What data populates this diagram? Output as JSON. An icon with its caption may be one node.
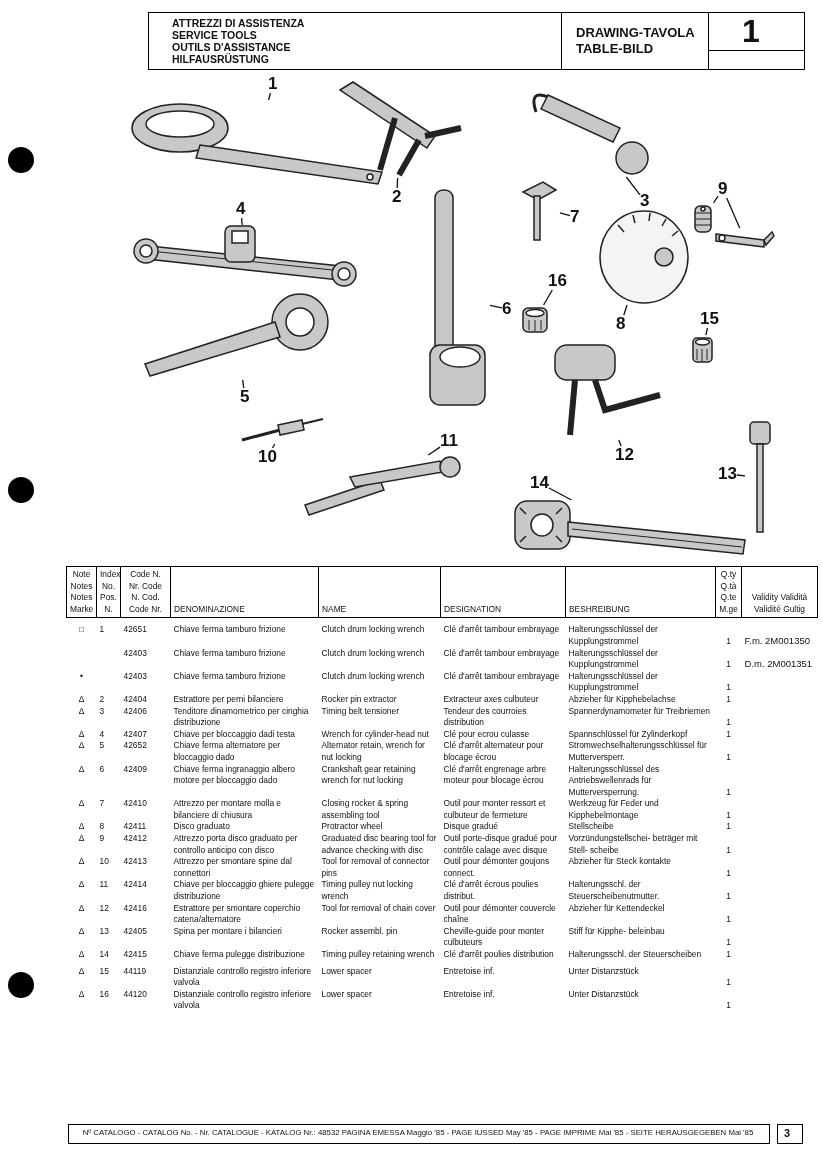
{
  "diagram": {
    "nodes": [
      {
        "text": [
          "1"
        ]
      },
      {
        "text": [],
        "shape": "picture"
      },
      {
        "text": [
          "2"
        ]
      },
      {
        "text": [],
        "shape": "picture"
      },
      {
        "text": [
          "3"
        ]
      },
      {
        "text": [],
        "shape": "picture"
      },
      {
        "text": [
          "4"
        ]
      },
      {
        "text": [],
        "shape": "picture"
      },
      {
        "text": [
          "5"
        ]
      },
      {
        "text": [],
        "shape": "picture"
      },
      {
        "text": [
          "6"
        ]
      },
      {
        "text": [],
        "shape": "picture"
      },
      {
        "text": [
          "7"
        ]
      },
      {
        "text": [],
        "shape": "picture"
      },
      {
        "text": [
          "8"
        ]
      },
      {
        "text": [],
        "shape": "picture"
      },
      {
        "text": [
          "9"
        ]
      },
      {
        "text": [],
        "shape": "picture"
      },
      {
        "text": [],
        "shape": "picture"
      },
      {
        "text": [
          "10"
        ]
      },
      {
        "text": [],
        "shape": "picture"
      },
      {
        "text": [
          "11"
        ]
      },
      {
        "text": [],
        "shape": "picture"
      },
      {
        "text": [
          "12"
        ]
      },
      {
        "text": [],
        "shape": "picture"
      },
      {
        "text": [
          "13"
        ]
      },
      {
        "text": [],
        "shape": "picture"
      },
      {
        "text": [
          "14"
        ]
      },
      {
        "text": [],
        "shape": "picture"
      },
      {
        "text": [
          "15"
        ]
      },
      {
        "text": [],
        "shape": "picture"
      },
      {
        "text": [
          "16"
        ]
      },
      {
        "text": [],
        "shape": "picture"
      }
    ],
    "edges": [
      {
        "from": 0,
        "to": 1,
        "arrow": "none"
      },
      {
        "from": 2,
        "to": 3,
        "arrow": "none"
      },
      {
        "from": 4,
        "to": 5,
        "arrow": "none"
      },
      {
        "from": 6,
        "to": 7,
        "arrow": "none"
      },
      {
        "from": 8,
        "to": 9,
        "arrow": "none"
      },
      {
        "from": 10,
        "to": 11,
        "arrow": "none"
      },
      {
        "from": 12,
        "to": 13,
        "arrow": "none"
      },
      {
        "from": 14,
        "to": 15,
        "arrow": "none"
      },
      {
        "from": 16,
        "to": 17,
        "arrow": "none"
      },
      {
        "from": 16,
        "to": 18,
        "arrow": "none"
      },
      {
        "from": 19,
        "to": 20,
        "arrow": "none"
      },
      {
        "from": 21,
        "to": 22,
        "arrow": "none"
      },
      {
        "from": 23,
        "to": 24,
        "arrow": "none"
      },
      {
        "from": 25,
        "to": 26,
        "arrow": "none"
      },
      {
        "from": 27,
        "to": 28,
        "arrow": "none"
      },
      {
        "from": 29,
        "to": 30,
        "arrow": "none"
      },
      {
        "from": 31,
        "to": 32,
        "arrow": "none"
      }
    ],
    "labels": [
      "ATTREZZI DI ASSISTENZA",
      "SERVICE TOOLS",
      "OUTILS D'ASSISTANCE",
      "HILFAUSRÜSTUNG",
      "DRAWING-TAVOLA TABLE-BILD",
      "1",
      "Note Notes Notes Marke",
      "Index No. Pos. N.",
      "Code N. Nr. Code N. Cod. Code Nr.",
      "DENOMINAZIONE",
      "NAME",
      "DESIGNATION",
      "BESHREIBUNG",
      "Q.ty Q.tà Q.te M.ge",
      "Validity Validità Validité Gultig",
      "□",
      "1",
      "42651",
      "Chiave ferma tamburo frizione",
      "Clutch drum locking wrench",
      "Clé d'arrêt tambour embrayage",
      "Halterungsschlüssel der Kupplungstrommel",
      "1",
      "F.m. 2M001350",
      "42403",
      "Chiave ferma tamburo frizione",
      "Clutch drum locking wrench",
      "Clé d'arrêt tambour embrayage",
      "Halterungsschlüssel der Kupplungstrommel",
      "1",
      "D.m. 2M001351",
      "•",
      "42403",
      "Chiave ferma tamburo frizione",
      "Clutch drum locking wrench",
      "Clé d'arrêt tambour embrayage",
      "Halterungsschlüssel der Kupplungstrommel",
      "1",
      "Δ",
      "2",
      "42404",
      "Estrattore per perni bilanciere",
      "Rocker pin extractor",
      "Extracteur axes culbuteur",
      "Abzieher für Kipphebelachse",
      "1",
      "Δ",
      "3",
      "42406",
      "Tenditore dinamometrico per cinghia distribuzione",
      "Timing belt tensioner",
      "Tendeur des courroies distribution",
      "Spannerdynamometer für Treibriemen",
      "1",
      "Δ",
      "4",
      "42407",
      "Chiave per bloccaggio dadi testa",
      "Wrench for cylinder-head nut",
      "Clé pour ecrou culasse",
      "Spannschlüssel für Zylinderkopf",
      "1",
      "Δ",
      "5",
      "42652",
      "Chiave ferma alternatore per bloccaggio dado",
      "Alternator retain, wrench for nut locking",
      "Clé d'arrêt alternateur pour blocage écrou",
      "Stromwechselhalterungsschlüssel für Mutterversperr.",
      "1",
      "Δ",
      "6",
      "42409",
      "Chiave ferma ingranaggio albero motore per bloccaggio dado",
      "Crankshaft gear retaining wrench for nut locking",
      "Clé d'arrêt engrenage arbre moteur pour blocage écrou",
      "Halterungsschlüssel des Antriebswellenrads für Mutterversperrung.",
      "1",
      "Δ",
      "7",
      "42410",
      "Attrezzo per montare molla e bilanciere di chiusura",
      "Closing rocker & spring assembling tool",
      "Outil pour monter ressort et culbuteur de fermeture",
      "Werkzeug für Feder und Kipphebelmontage",
      "1",
      "Δ",
      "8",
      "42411",
      "Disco graduato",
      "Protractor wheel",
      "Disque gradué",
      "Stellscheibe",
      "1",
      "Δ",
      "9",
      "42412",
      "Attrezzo porta disco graduato per controllo anticipo con disco",
      "Graduated disc bearing tool for advance checking with disc",
      "Outil porte-disque gradué pour contrôle calage avec disque",
      "Vorzündungstellschei- beträger mit Stell- scheibe",
      "1",
      "Δ",
      "10",
      "42413",
      "Attrezzo per smontare spine dal connettori",
      "Tool for removal of connector pins",
      "Outil pour démonter goujons connect.",
      "Abzieher für Steck kontakte",
      "1",
      "Δ",
      "11",
      "42414",
      "Chiave per bloccaggio ghiere pulegge distribuzione",
      "Timing pulley nut locking wrench",
      "Clé d'arrêt écrous poulies distribut.",
      "Halterungsschl. der Steuerscheibenutmutter.",
      "1",
      "Δ",
      "12",
      "42416",
      "Estrattore per smontare coperchio catena/alternatore",
      "Tool for removal of chain cover",
      "Outil pour démonter couvercle chaîne",
      "Abzieher für Kettendeckel",
      "1",
      "Δ",
      "13",
      "42405",
      "Spina per montare i bilancieri",
      "Rocker assembl. pin",
      "Cheville-guide pour monter culbuteurs",
      "Stiff für Kipphe- beleinbau",
      "1",
      "Δ",
      "14",
      "42415",
      "Chiave ferma pulegge distribuzione",
      "Timing pulley retaining wrench",
      "Clé d'arrêt poulies distribution",
      "Halterungsschl. der Steuerscheiben",
      "1",
      "Δ",
      "15",
      "44119",
      "Distanziale controllo registro inferiore valvola",
      "Lower spacer",
      "Entretoise inf.",
      "Unter Distanzstück",
      "1",
      "Δ",
      "16",
      "44120",
      "Distanziale controllo registro inferiore valvola",
      "Lower spacer",
      "Entretoise inf.",
      "Unter Distanzstück",
      "1",
      "Nº CATALOGO - CATALOG No. - Nr. CATALOGUE - KATALOG Nr.: 48532 PAGINA EMESSA Maggio '85 - PAGE IUSSED May '85 - PAGE IMPRIME Mai '85 - SEITE HERAUSGEGEBEN Mai '85",
      "3"
    ]
  }
}
